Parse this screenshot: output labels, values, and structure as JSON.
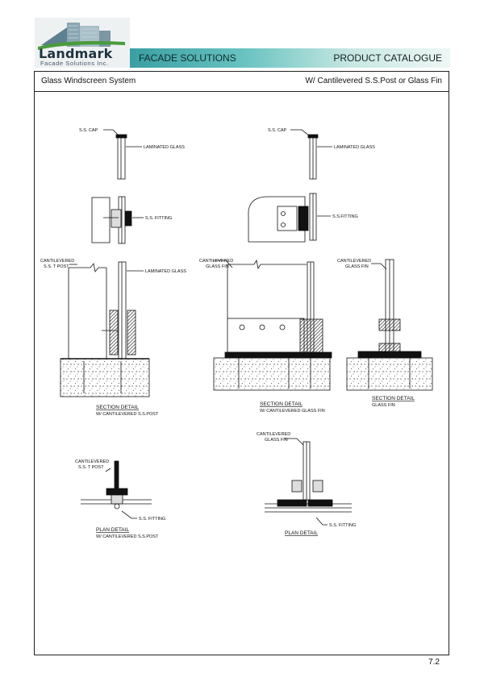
{
  "header": {
    "brand": "Landmark",
    "brand_sub": "Facade Solutions Inc.",
    "banner_left": "FACADE SOLUTIONS",
    "banner_right": "PRODUCT  CATALOGUE"
  },
  "subheader": {
    "left": "Glass Windscreen  System",
    "right": "W/ Cantilevered S.S.Post or Glass Fin"
  },
  "labels": {
    "ss_cap_a": "S.S. CAP",
    "laminated_a": "LAMINATED GLASS",
    "ss_cap_b": "S.S. CAP",
    "laminated_b": "LAMINATED GLASS",
    "ss_fitting_a": "S.S.  FITTING",
    "ss_fitting_b": "S.S.FITTING",
    "cant_post_1": "CANTILEVERED",
    "cant_post_2": "S.S. T POST",
    "laminated_c": "LAMINATED  GLASS",
    "cant_fin_1": "CANTILEVERED",
    "cant_fin_2": "GLASS  FIN",
    "cant_fin_b1": "CANTILEVERED",
    "cant_fin_b2": "GLASS  FIN",
    "plan_post_1": "CANTILEVERED",
    "plan_post_2": "S.S.  T  POST",
    "plan_fitting_a": "S.S.  FITTING",
    "plan_fin_1": "CANTILEVERED",
    "plan_fin_2": "GLASS  FIN",
    "plan_fitting_b": "S.S.  FITTING"
  },
  "captions": {
    "section_post_title": "SECTION DETAIL",
    "section_post_sub": "W/ CANTILEVERED S.S.POST",
    "section_fin_title": "SECTION DETAIL",
    "section_fin_sub": "W/ CANTILEVERED  GLASS FIN",
    "section_fin2_title": "SECTION DETAIL",
    "section_fin2_sub": "GLASS FIN",
    "plan_post_title": "PLAN  DETAIL",
    "plan_post_sub": "W/ CANTILEVERED S.S.POST",
    "plan_fin_title": "PLAN  DETAIL"
  },
  "footer": {
    "page_number": "7.2"
  },
  "colors": {
    "banner_teal": "#3a9fa3",
    "logo_green": "#4a9b3c"
  }
}
